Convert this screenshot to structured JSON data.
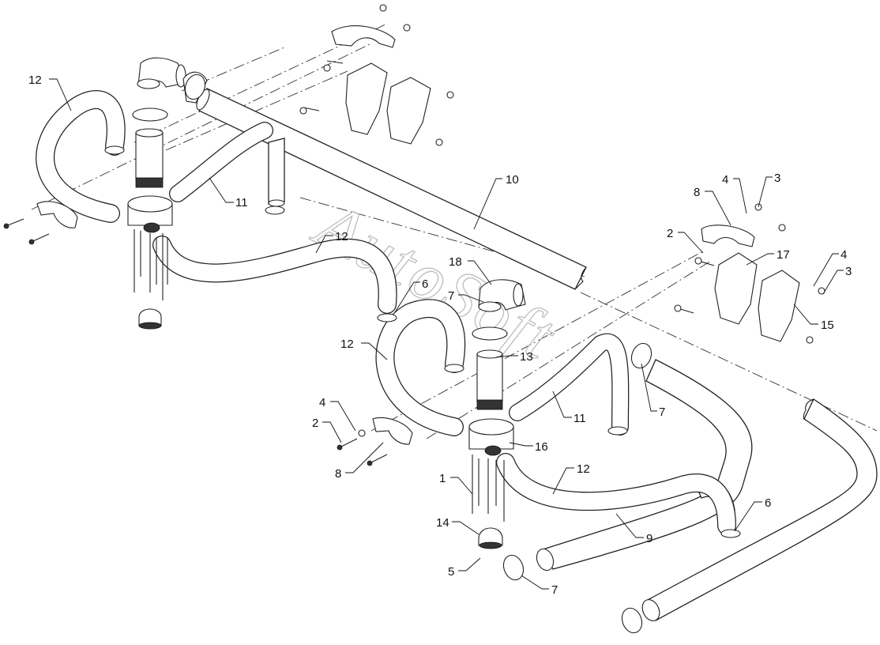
{
  "watermark": "AutoSoft",
  "callouts": [
    {
      "id": "c-12-a",
      "text": "12"
    },
    {
      "id": "c-11-a",
      "text": "11"
    },
    {
      "id": "c-12-b",
      "text": "12"
    },
    {
      "id": "c-10",
      "text": "10"
    },
    {
      "id": "c-6-a",
      "text": "6"
    },
    {
      "id": "c-18",
      "text": "18"
    },
    {
      "id": "c-7-a",
      "text": "7"
    },
    {
      "id": "c-12-c",
      "text": "12"
    },
    {
      "id": "c-13",
      "text": "13"
    },
    {
      "id": "c-11-b",
      "text": "11"
    },
    {
      "id": "c-7-b",
      "text": "7"
    },
    {
      "id": "c-16",
      "text": "16"
    },
    {
      "id": "c-12-d",
      "text": "12"
    },
    {
      "id": "c-4-a",
      "text": "4"
    },
    {
      "id": "c-2-a",
      "text": "2"
    },
    {
      "id": "c-8-a",
      "text": "8"
    },
    {
      "id": "c-1",
      "text": "1"
    },
    {
      "id": "c-14",
      "text": "14"
    },
    {
      "id": "c-5",
      "text": "5"
    },
    {
      "id": "c-7-c",
      "text": "7"
    },
    {
      "id": "c-9",
      "text": "9"
    },
    {
      "id": "c-6-b",
      "text": "6"
    },
    {
      "id": "c-8-b",
      "text": "8"
    },
    {
      "id": "c-4-b",
      "text": "4"
    },
    {
      "id": "c-3-a",
      "text": "3"
    },
    {
      "id": "c-2-b",
      "text": "2"
    },
    {
      "id": "c-17",
      "text": "17"
    },
    {
      "id": "c-4-c",
      "text": "4"
    },
    {
      "id": "c-3-b",
      "text": "3"
    },
    {
      "id": "c-15",
      "text": "15"
    }
  ]
}
